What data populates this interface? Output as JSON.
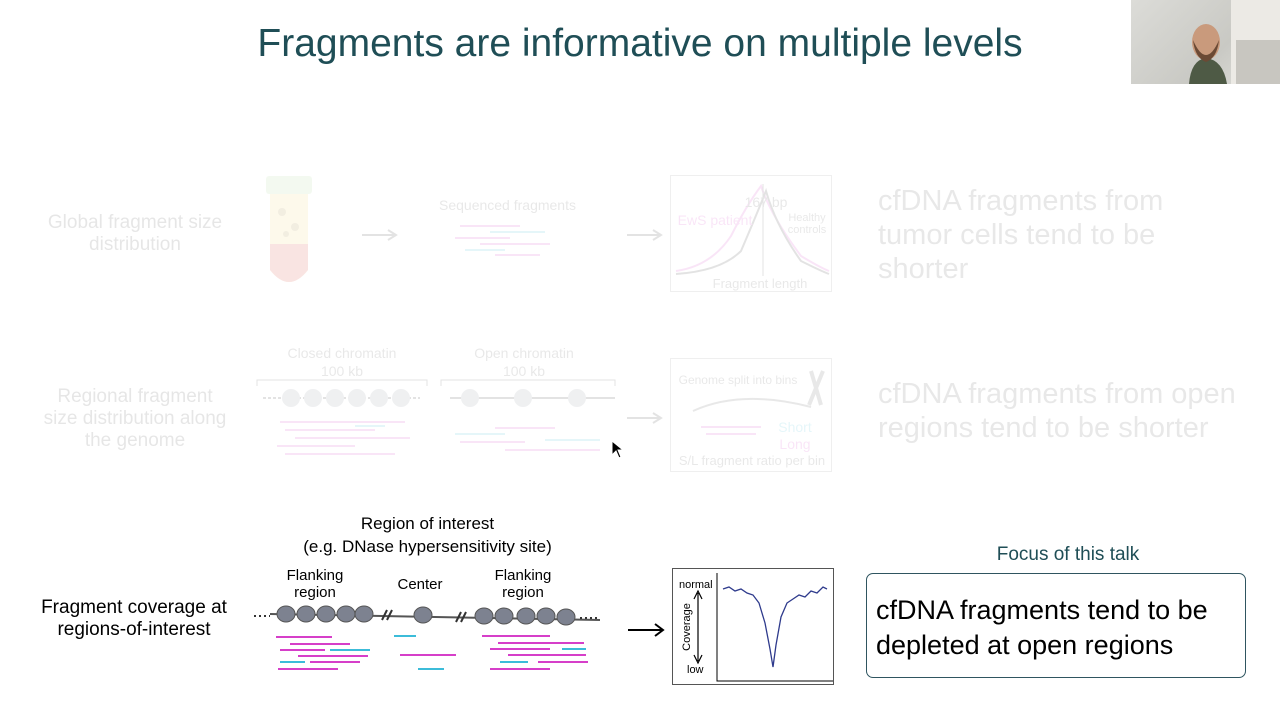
{
  "slide": {
    "title": "Fragments are informative on multiple levels"
  },
  "rows": [
    {
      "label": "Global fragment size distribution",
      "diagram_caption": "Sequenced fragments",
      "plot": {
        "peak_label": "167 bp",
        "series_left": "EwS patient",
        "series_right": "Healthy controls",
        "x_label": "Fragment length"
      },
      "statement": "cfDNA fragments from tumor cells tend to be shorter"
    },
    {
      "label": "Regional fragment size distribution along the genome",
      "closed": {
        "title": "Closed chromatin",
        "size": "100 kb"
      },
      "open": {
        "title": "Open chromatin",
        "size": "100 kb"
      },
      "plot": {
        "title": "Genome split into bins",
        "short": "Short",
        "long": "Long",
        "x_label": "S/L fragment ratio per bin"
      },
      "statement": "cfDNA fragments from open regions tend to be shorter"
    },
    {
      "label": "Fragment coverage at regions-of-interest",
      "roi_title": "Region of interest",
      "roi_subtitle": "(e.g. DNase hypersensitivity site)",
      "left_flank": "Flanking region",
      "center": "Center",
      "right_flank": "Flanking region",
      "plot": {
        "y_label": "Coverage",
        "y_high": "normal",
        "y_low": "low"
      },
      "focus_label": "Focus of this talk",
      "statement": "cfDNA fragments tend to be depleted at open regions"
    }
  ],
  "colors": {
    "title": "#1f4e56",
    "fragment_pink": "#d63fc9",
    "fragment_cyan": "#3cbcd9",
    "nucleosome": "#8a8f9c",
    "coverage_line": "#2e3a8c"
  }
}
